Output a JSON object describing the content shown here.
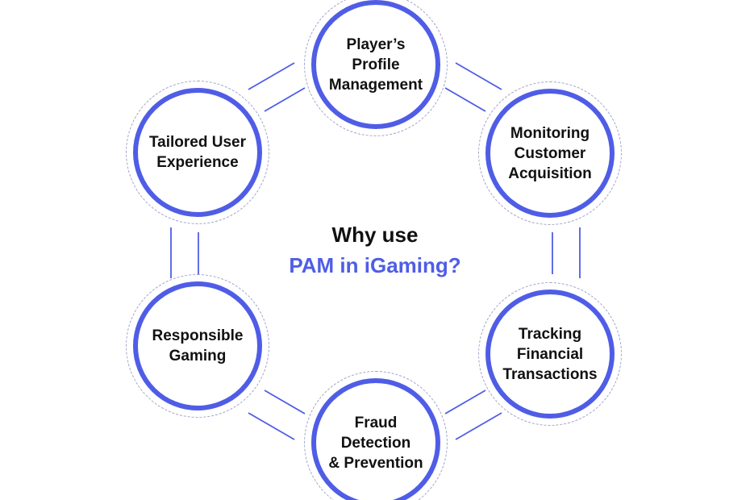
{
  "center": {
    "line1": "Why use",
    "line2": "PAM in iGaming?"
  },
  "nodes": [
    {
      "label": "Player’s\nProfile\nManagement"
    },
    {
      "label": "Monitoring\nCustomer\nAcquisition"
    },
    {
      "label": "Tracking\nFinancial\nTransactions"
    },
    {
      "label": "Fraud\nDetection\n& Prevention"
    },
    {
      "label": "Responsible\nGaming"
    },
    {
      "label": "Tailored User\nExperience"
    }
  ],
  "colors": {
    "accent": "#4f5de6",
    "text": "#111111",
    "dashed_outline": "#9fa4c8",
    "background": "#ffffff"
  }
}
